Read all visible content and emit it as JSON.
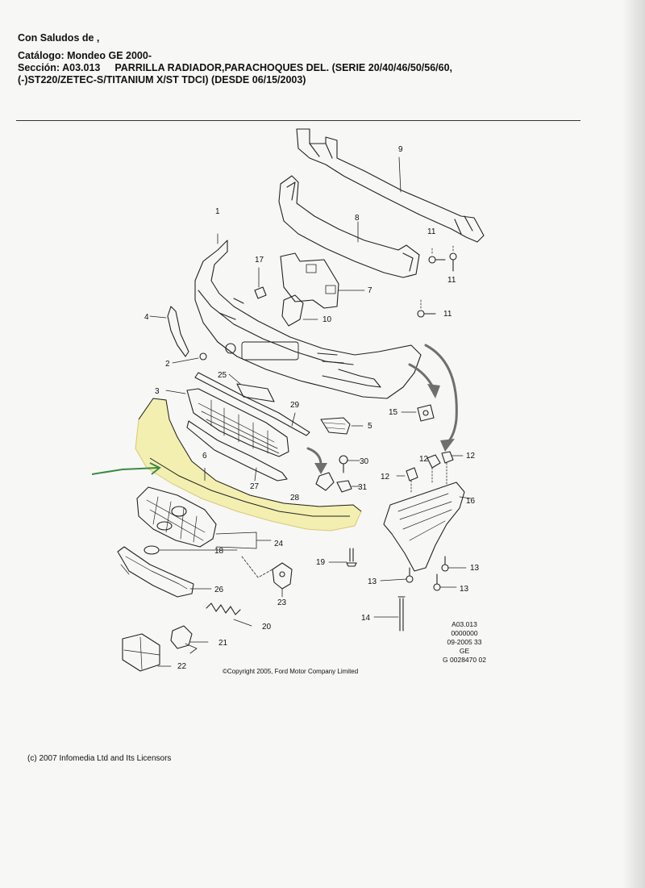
{
  "header": {
    "greeting": "Con Saludos de  ,",
    "catalog": "Catálogo: Mondeo GE 2000-",
    "section_label": "Sección: A03.013",
    "section_title": "PARRILLA RADIADOR,PARACHOQUES DEL. (SERIE 20/40/46/50/56/60,",
    "section_title_2": "(-)ST220/ZETEC-S/TITANIUM X/ST TDCI) (DESDE 06/15/2003)"
  },
  "callouts": [
    "1",
    "2",
    "3",
    "4",
    "5",
    "6",
    "7",
    "8",
    "9",
    "10",
    "11",
    "11",
    "11",
    "12",
    "12",
    "12",
    "13",
    "13",
    "13",
    "14",
    "15",
    "16",
    "17",
    "18",
    "19",
    "20",
    "21",
    "22",
    "23",
    "24",
    "25",
    "26",
    "27",
    "28",
    "29",
    "30",
    "31"
  ],
  "reference_block": [
    "A03.013",
    "0000000",
    "09-2005 33",
    "GE",
    "G 0028470 02"
  ],
  "copyright": "©Copyright 2005, Ford Motor Company Limited",
  "footer": "(c) 2007 Infomedia Ltd and Its Licensors",
  "colors": {
    "highlight": "#f3efb0",
    "arrow": "#6f6f6f",
    "marker_arrow": "#3c8a43"
  }
}
